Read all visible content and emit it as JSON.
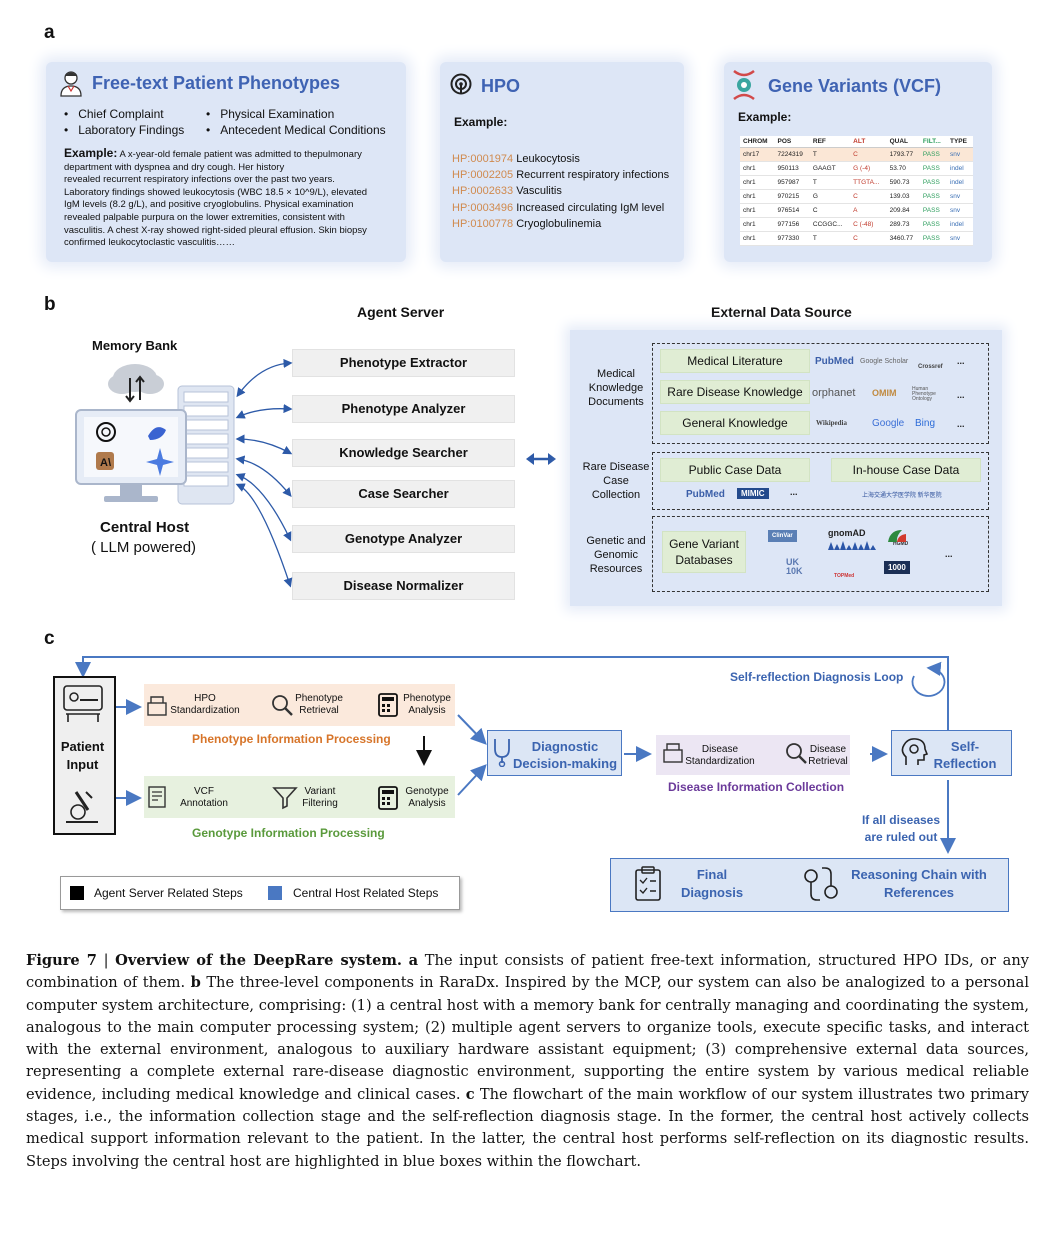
{
  "panel_labels": {
    "a": "a",
    "b": "b",
    "c": "c"
  },
  "panel_a": {
    "free_text": {
      "title": "Free-text Patient Phenotypes",
      "bullets": [
        "Chief Complaint",
        "Physical Examination",
        "Laboratory Findings",
        "Antecedent Medical Conditions"
      ],
      "example_label": "Example:",
      "example_lines": [
        "A x-year-old female patient was admitted to thepulmonary",
        "department with dyspnea and dry cough. Her history",
        "revealed recurrent respiratory infections over the past two years.",
        "Laboratory findings showed leukocytosis (WBC 18.5 × 10^9/L), elevated",
        "IgM levels (8.2 g/L), and positive cryoglobulins. Physical examination",
        "revealed palpable purpura on the lower extremities, consistent with",
        "vasculitis. A chest X-ray showed right-sided pleural effusion. Skin biopsy",
        "confirmed leukocytoclastic vasculitis……"
      ]
    },
    "hpo": {
      "title": "HPO",
      "example_label": "Example:",
      "items": [
        {
          "code": "HP:0001974",
          "term": "Leukocytosis"
        },
        {
          "code": "HP:0002205",
          "term": "Recurrent respiratory infections"
        },
        {
          "code": "HP:0002633",
          "term": "Vasculitis"
        },
        {
          "code": "HP:0003496",
          "term": "Increased circulating IgM level"
        },
        {
          "code": "HP:0100778",
          "term": "Cryoglobulinemia"
        }
      ]
    },
    "vcf": {
      "title": "Gene Variants (VCF)",
      "example_label": "Example:",
      "headers": [
        "CHROM",
        "POS",
        "REF",
        "ALT",
        "QUAL",
        "FILT...",
        "TYPE"
      ],
      "rows": [
        [
          "chr17",
          "7224319",
          "T",
          "C",
          "1793.77",
          "PASS",
          "snv"
        ],
        [
          "chr1",
          "950113",
          "GAAGT",
          "G (-4)",
          "53.70",
          "PASS",
          "indel"
        ],
        [
          "chr1",
          "957987",
          "T",
          "TTGTA...",
          "590.73",
          "PASS",
          "indel"
        ],
        [
          "chr1",
          "970215",
          "G",
          "C",
          "139.03",
          "PASS",
          "snv"
        ],
        [
          "chr1",
          "976514",
          "C",
          "A",
          "209.84",
          "PASS",
          "snv"
        ],
        [
          "chr1",
          "977156",
          "CCGGC...",
          "C (-48)",
          "289.73",
          "PASS",
          "indel"
        ],
        [
          "chr1",
          "977330",
          "T",
          "C",
          "3460.77",
          "PASS",
          "snv"
        ]
      ]
    }
  },
  "panel_b": {
    "memory_bank": "Memory Bank",
    "central_host": "Central Host",
    "central_host_sub": "( LLM powered)",
    "agent_server_title": "Agent Server",
    "agents": [
      "Phenotype Extractor",
      "Phenotype Analyzer",
      "Knowledge Searcher",
      "Case Searcher",
      "Genotype Analyzer",
      "Disease Normalizer"
    ],
    "external_title": "External Data Source",
    "groups": [
      {
        "label": "Medical Knowledge Documents",
        "items": [
          "Medical Literature",
          "Rare Disease Knowledge",
          "General Knowledge"
        ]
      },
      {
        "label": "Rare Disease Case Collection",
        "items": [
          "Public Case Data",
          "In-house Case Data"
        ]
      },
      {
        "label": "Genetic and Genomic Resources",
        "items": [
          "Gene Variant Databases"
        ]
      }
    ],
    "logos": {
      "pubmed": "PubMed",
      "scholar": "Google Scholar",
      "crossref": "Crossref",
      "ellipsis": "...",
      "orphanet": "orphanet",
      "omim": "OMIM",
      "hpo": "Human Phenotype Ontology",
      "wikipedia": "Wikipedia",
      "google": "Google",
      "bing": "Bing",
      "mimic": "MIMIC",
      "inhouse": "上海交通大学医学院 新华医院",
      "clinvar": "ClinVar",
      "gnomad": "gnomAD",
      "hgmd": "HGMD",
      "uk10k": "UK 10K",
      "topmed": "TOPMed",
      "kg": "1000"
    }
  },
  "panel_c": {
    "patient_input": "Patient Input",
    "hpo_std": "HPO Standardization",
    "pheno_retrieval": "Phenotype Retrieval",
    "pheno_analysis": "Phenotype Analysis",
    "pheno_proc": "Phenotype Information Processing",
    "vcf_ann": "VCF Annotation",
    "variant_filter": "Variant Filtering",
    "geno_analysis": "Genotype Analysis",
    "geno_proc": "Genotype Information Processing",
    "diag_decision": "Diagnostic Decision-making",
    "disease_std": "Disease Standardization",
    "disease_retr": "Disease Retrieval",
    "disease_collect": "Disease Information Collection",
    "self_reflection": "Self-Reflection",
    "loop_label": "Self-reflection Diagnosis Loop",
    "ruled_out": "If all diseases are ruled out",
    "final_diag": "Final Diagnosis",
    "reasoning": "Reasoning Chain with References",
    "legend_agent": "Agent Server Related Steps",
    "legend_host": "Central Host Related Steps",
    "colors": {
      "agent": "#000000",
      "host": "#4a78c2",
      "pheno": "#d7752a",
      "geno": "#5a9a3c",
      "disease": "#6b3a9a"
    }
  },
  "caption": {
    "fig": "Figure 7",
    "sep": " | ",
    "title": "Overview of the DeepRare system.",
    "a_label": "a",
    "a_text": "The input consists of patient free-text information, structured HPO IDs, or any combination of them.",
    "b_label": "b",
    "b_text": "The three-level components in RaraDx. Inspired by the MCP, our system can also be analogized to a personal computer system architecture, comprising: (1) a central host with a memory bank for centrally managing and coordinating the system, analogous to the main computer processing system; (2) multiple agent servers to organize tools, execute specific tasks, and interact with the external environment, analogous to auxiliary hardware assistant equipment; (3) comprehensive external data sources, representing a complete external rare-disease diagnostic environment, supporting the entire system by various medical reliable evidence, including medical knowledge and clinical cases.",
    "c_label": "c",
    "c_text": "The flowchart of the main workflow of our system illustrates two primary stages, i.e., the information collection stage and the self-reflection diagnosis stage. In the former, the central host actively collects medical support information relevant to the patient. In the latter, the central host performs self-reflection on its diagnostic results. Steps involving the central host are highlighted in blue boxes within the flowchart."
  }
}
